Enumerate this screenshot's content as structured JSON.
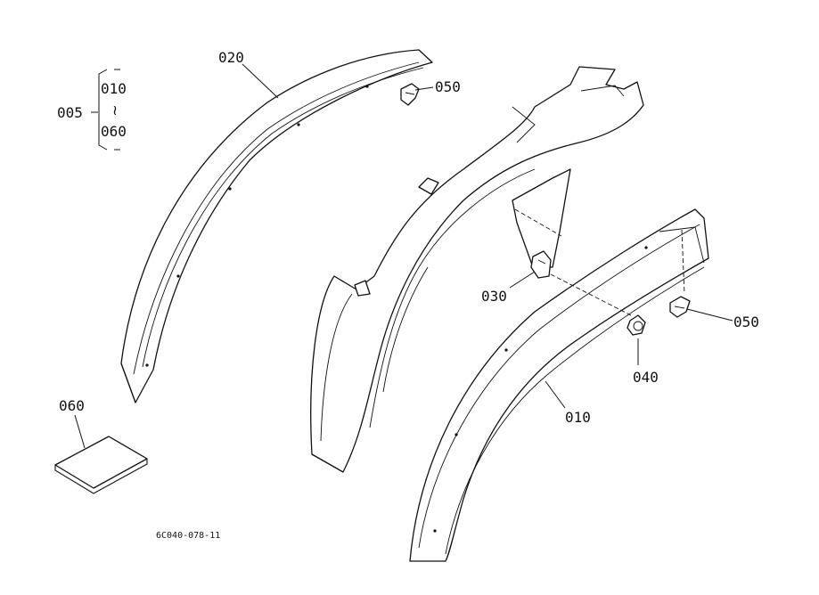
{
  "callouts": {
    "kit": "005",
    "kit_range_start": "010",
    "kit_range_sep": "≀",
    "kit_range_end": "060",
    "fender_outer": "020",
    "clip_top": "050",
    "clip_right": "050",
    "bracket": "030",
    "bolt": "040",
    "fender_panel": "010",
    "label_sheet": "060"
  },
  "drawing_code": "6C040-078-11"
}
